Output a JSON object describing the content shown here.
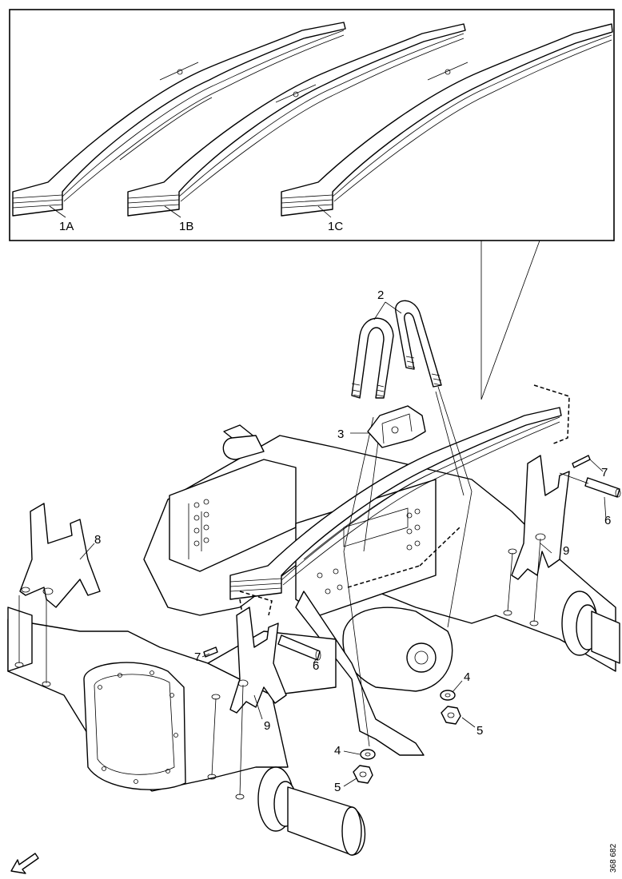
{
  "figure": {
    "reference_number": "368 682",
    "callouts": {
      "spring_1A": "1A",
      "spring_1B": "1B",
      "spring_1C": "1C",
      "u_bolt": "2",
      "spring_seat": "3",
      "washer_right": "4",
      "washer_left": "4",
      "nut_right": "5",
      "nut_left": "5",
      "pin_right": "6",
      "pin_left": "6",
      "grease_nipple_right": "7",
      "grease_nipple_left": "7",
      "bracket_far": "8",
      "bracket_right": "9",
      "bracket_left": "9"
    }
  }
}
